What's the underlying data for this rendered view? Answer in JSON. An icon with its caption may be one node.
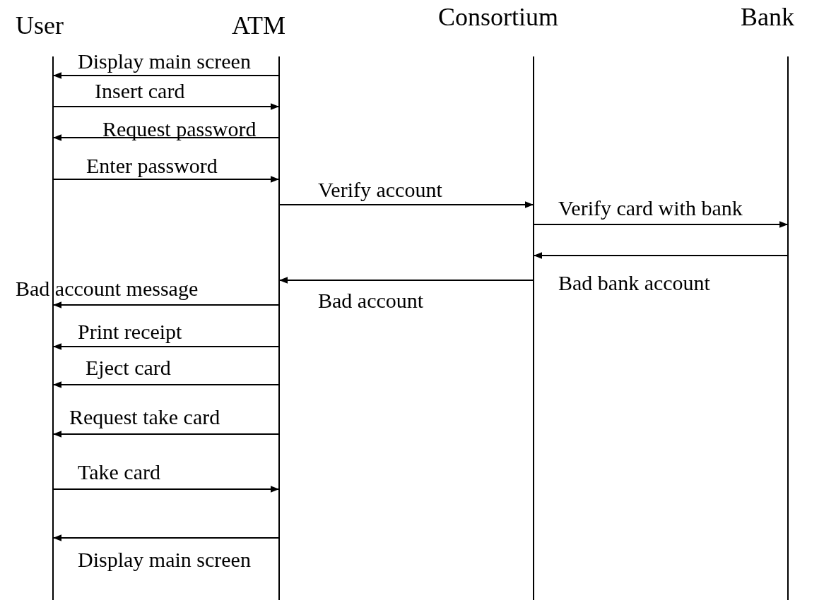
{
  "diagram": {
    "nodes": [
      {
        "text": [
          "User"
        ]
      },
      {
        "text": [
          "ATM"
        ]
      },
      {
        "text": [
          "Consortium"
        ]
      },
      {
        "text": [
          "Bank"
        ]
      }
    ],
    "edges": [
      {
        "from": 1,
        "to": 0,
        "arrow": "to",
        "label": "Display main screen"
      },
      {
        "from": 0,
        "to": 1,
        "arrow": "to",
        "label": "Insert card"
      },
      {
        "from": 1,
        "to": 0,
        "arrow": "to",
        "label": "Request password"
      },
      {
        "from": 0,
        "to": 1,
        "arrow": "to",
        "label": "Enter password"
      },
      {
        "from": 1,
        "to": 2,
        "arrow": "to",
        "label": "Verify account"
      },
      {
        "from": 2,
        "to": 3,
        "arrow": "to",
        "label": "Verify card with bank"
      },
      {
        "from": 3,
        "to": 2,
        "arrow": "to",
        "label": "Bad bank account"
      },
      {
        "from": 2,
        "to": 1,
        "arrow": "to",
        "label": "Bad account"
      },
      {
        "from": 1,
        "to": 0,
        "arrow": "to",
        "label": "Bad account message"
      },
      {
        "from": 1,
        "to": 0,
        "arrow": "to",
        "label": "Print receipt"
      },
      {
        "from": 1,
        "to": 0,
        "arrow": "to",
        "label": "Eject card"
      },
      {
        "from": 1,
        "to": 0,
        "arrow": "to",
        "label": "Request take card"
      },
      {
        "from": 0,
        "to": 1,
        "arrow": "to",
        "label": "Take card"
      },
      {
        "from": 1,
        "to": 0,
        "arrow": "to",
        "label": "Display main screen"
      }
    ]
  }
}
